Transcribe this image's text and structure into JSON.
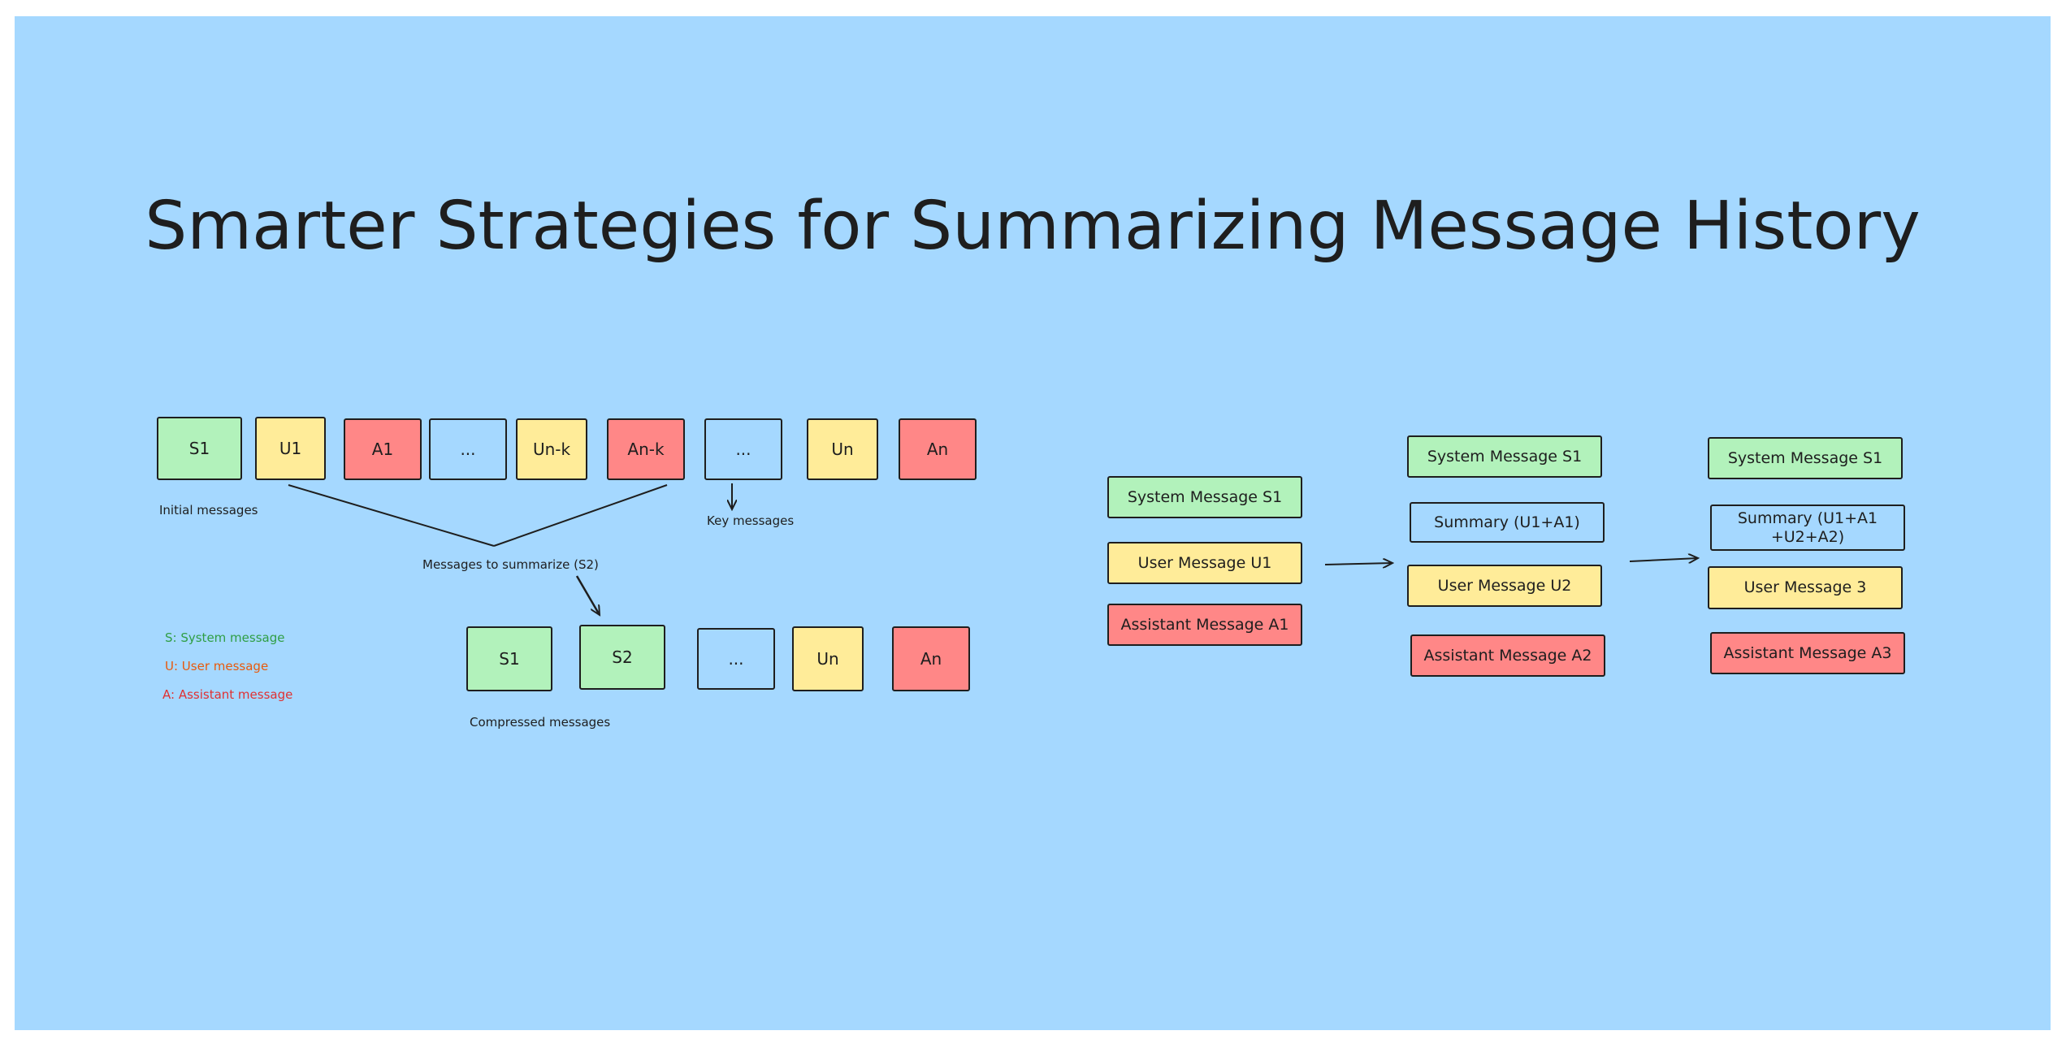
{
  "title": "Smarter Strategies for Summarizing Message History",
  "colors": {
    "canvas": "#a5d8ff",
    "system": "#b2f2bb",
    "user": "#ffec99",
    "assistant": "#ff8787",
    "legend_system": "#2f9e44",
    "legend_user": "#e8590c",
    "legend_assistant": "#e03131"
  },
  "left": {
    "initial_row": [
      "S1",
      "U1",
      "A1",
      "...",
      "Un-k",
      "An-k",
      "...",
      "Un",
      "An"
    ],
    "initial_label": "Initial messages",
    "key_label": "Key messages",
    "summarize_label": "Messages to summarize (S2)",
    "compressed_row": [
      "S1",
      "S2",
      "...",
      "Un",
      "An"
    ],
    "compressed_label": "Compressed messages",
    "legend": {
      "system": "S: System message",
      "user": "U: User message",
      "assistant": "A: Assistant message"
    }
  },
  "right": {
    "stage1": [
      "System Message S1",
      "User Message U1",
      "Assistant Message A1"
    ],
    "stage2": [
      "System Message S1",
      "Summary (U1+A1)",
      "User Message U2",
      "Assistant Message A2"
    ],
    "stage3": [
      "System Message S1",
      "Summary (U1+A1\n+U2+A2)",
      "User Message 3",
      "Assistant Message A3"
    ]
  }
}
